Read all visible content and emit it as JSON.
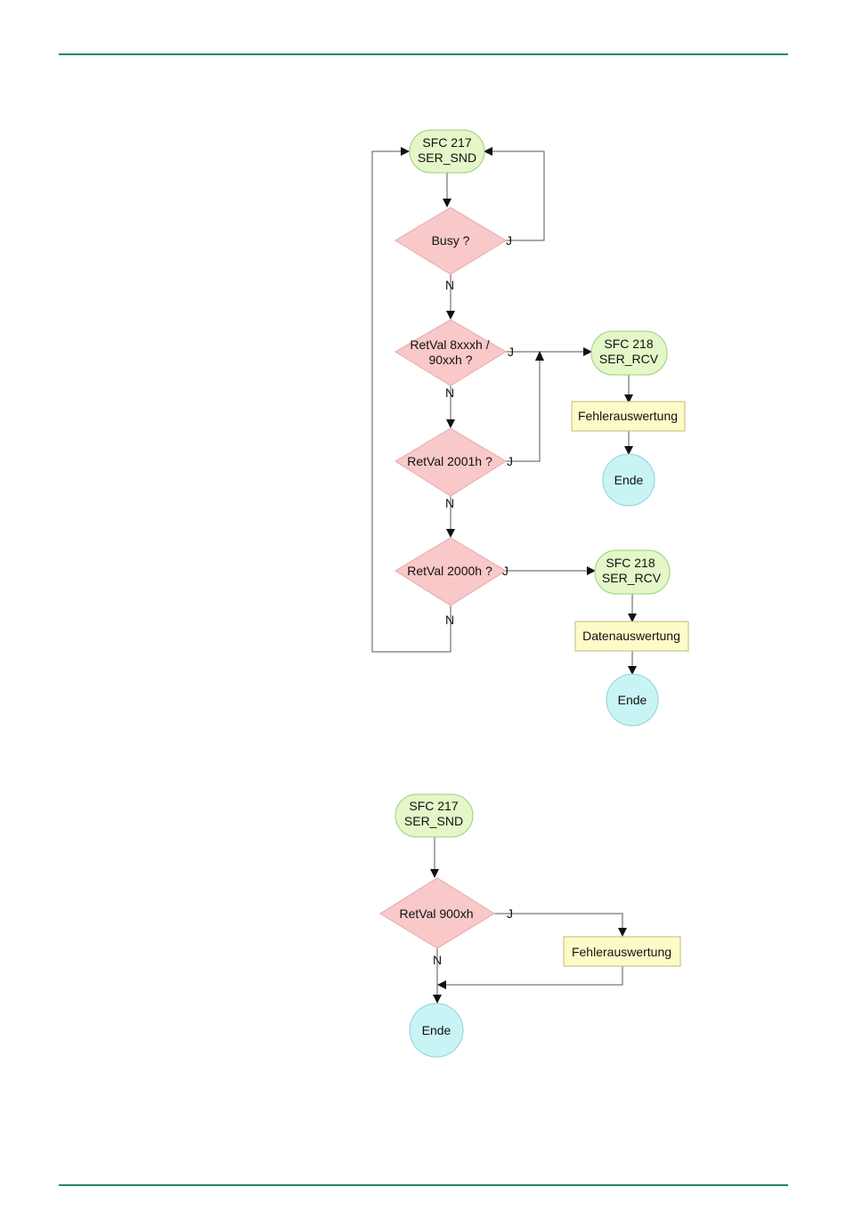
{
  "colors": {
    "rule": "#1f8a5a",
    "decision": "#f9c8c8",
    "sfc_block": "#e4f7c8",
    "process_box": "#fdfbc8",
    "end_node": "#c9f4f6"
  },
  "diagram1": {
    "sfc217": [
      "SFC 217",
      "SER_SND"
    ],
    "busy": "Busy ?",
    "retval_8xxx": [
      "RetVal 8xxxh /",
      "90xxh ?"
    ],
    "retval_2001": "RetVal 2001h ?",
    "retval_2000": "RetVal 2000h ?",
    "sfc218_a": [
      "SFC 218",
      "SER_RCV"
    ],
    "fehler": "Fehlerauswertung",
    "ende_a": "Ende",
    "sfc218_b": [
      "SFC 218",
      "SER_RCV"
    ],
    "daten": "Datenauswertung",
    "ende_b": "Ende",
    "yes": "J",
    "no": "N"
  },
  "diagram2": {
    "sfc217": [
      "SFC 217",
      "SER_SND"
    ],
    "retval_900": "RetVal 900xh",
    "fehler": "Fehlerauswertung",
    "ende": "Ende",
    "yes": "J",
    "no": "N"
  }
}
